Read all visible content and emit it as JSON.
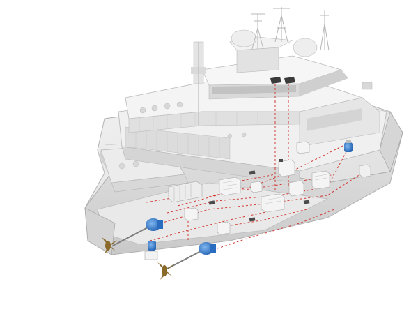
{
  "diagram": {
    "subject": "ship-cutaway-electrical-propulsion",
    "colors": {
      "hull_light": "#eeeeee",
      "hull_mid": "#dcdcdc",
      "hull_dark": "#c4c4c4",
      "edge": "#a9a9a9",
      "cable": "#d23a34",
      "motor_blue": "#2f7fd6",
      "propeller": "#8a6a2a",
      "cabinet_dark": "#3b3b3b"
    },
    "components": [
      "antenna-mast-1",
      "antenna-mast-2",
      "antenna-mast-3",
      "bridge-sensor-units",
      "switchboard",
      "transformer-units",
      "converter-units",
      "propulsion-motor-port",
      "propulsion-motor-starboard",
      "propeller-port",
      "propeller-starboard",
      "bow-thruster-motor",
      "auxiliary-units"
    ]
  }
}
